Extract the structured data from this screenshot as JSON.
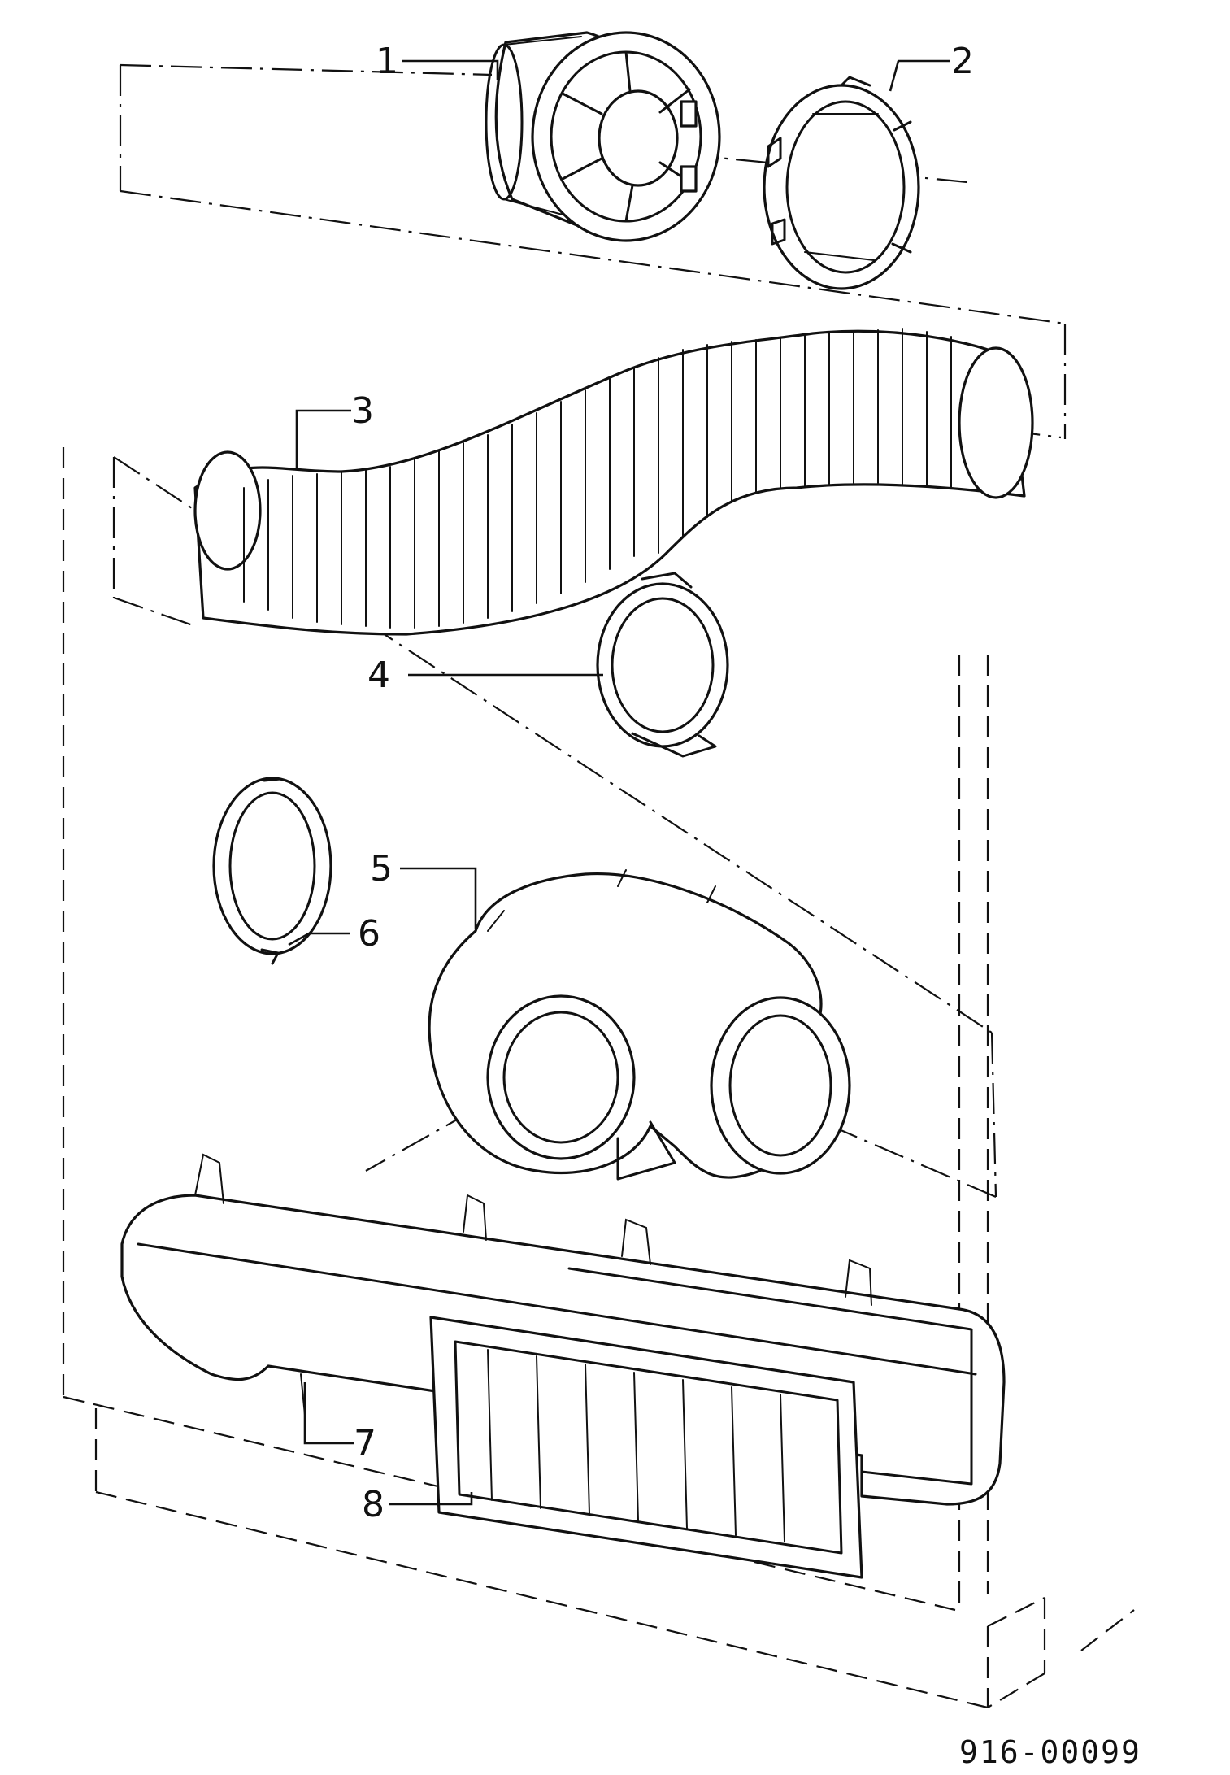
{
  "diagram": {
    "document_number": "916-00099",
    "callouts": [
      "1",
      "2",
      "3",
      "4",
      "5",
      "6",
      "7",
      "8"
    ]
  },
  "colors": {
    "line": "#111111",
    "background": "#ffffff"
  }
}
